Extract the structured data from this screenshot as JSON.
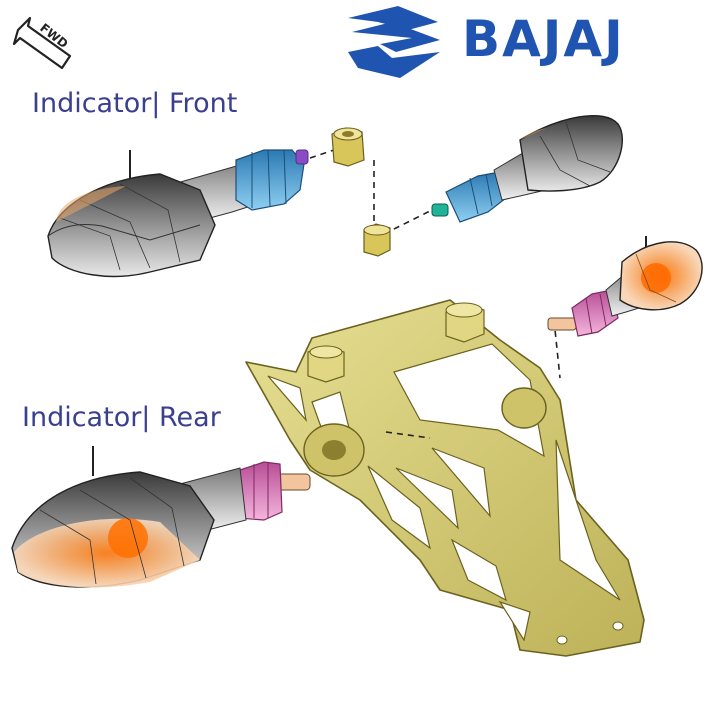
{
  "brand": {
    "name": "BAJAJ",
    "color": "#1f55b0",
    "logo_icon": "bajaj-logo-icon"
  },
  "fwd_badge": {
    "text": "FWD",
    "icon": "forward-arrow-icon"
  },
  "labels": {
    "front": "Indicator| Front",
    "rear": "Indicator| Rear",
    "color": "#3a3f8f"
  },
  "parts": {
    "indicator_body_color": "#6e6e6e",
    "lens_amber_color": "#f29a3c",
    "front_socket_color": "#4aa3d6",
    "rear_socket_color": "#d66ab0",
    "bracket_color": "#d8cf7a",
    "nut_color": "#d8c65a"
  }
}
